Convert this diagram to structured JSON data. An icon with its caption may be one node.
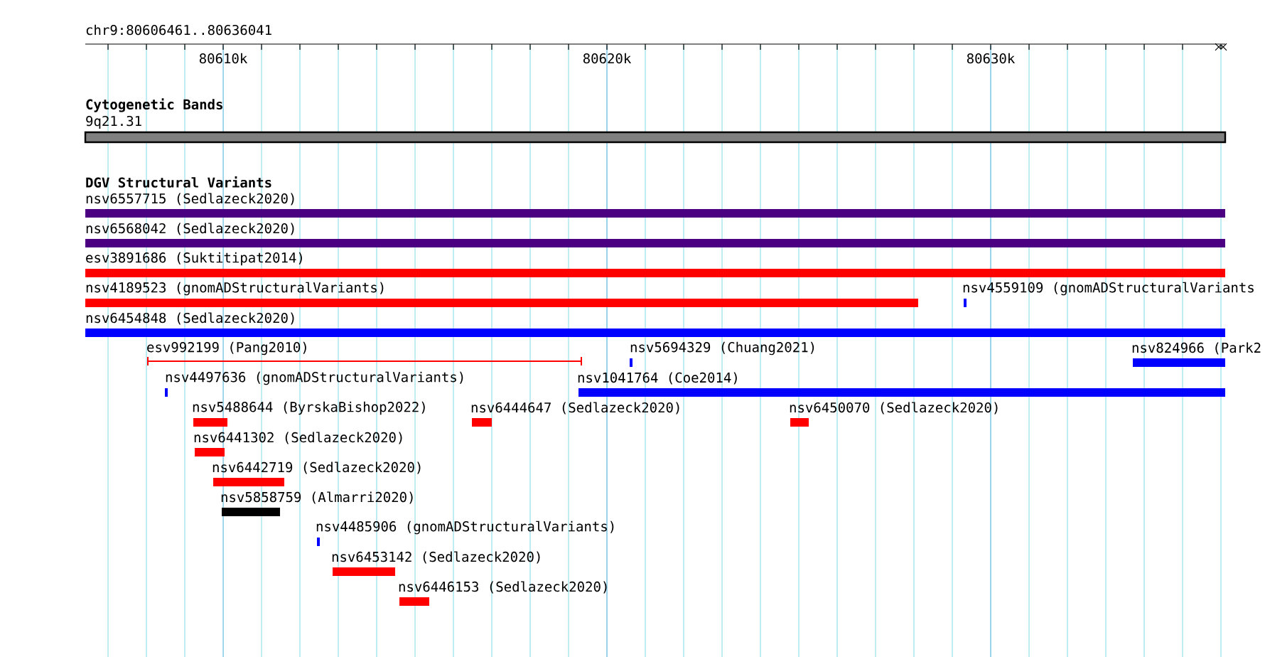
{
  "diagram": {
    "nodes": [
      {
        "text": [
          "9q21.31"
        ]
      },
      {
        "text": [
          "nsv6557715 (Sedlazeck2020)"
        ]
      },
      {
        "text": [
          "nsv6568042 (Sedlazeck2020)"
        ]
      },
      {
        "text": [
          "esv3891686 (Suktitipat2014)"
        ]
      },
      {
        "text": [
          "nsv4189523 (gnomADStructuralVariants)"
        ]
      },
      {
        "text": [
          "nsv4559109 (gnomADStructuralVariants"
        ]
      },
      {
        "text": [
          "nsv6454848 (Sedlazeck2020)"
        ]
      },
      {
        "text": [
          "esv992199 (Pang2010)"
        ]
      },
      {
        "text": [
          "nsv5694329 (Chuang2021)"
        ]
      },
      {
        "text": [
          "nsv824966 (Park2"
        ]
      },
      {
        "text": [
          "nsv4497636 (gnomADStructuralVariants)"
        ]
      },
      {
        "text": [
          "nsv1041764 (Coe2014)"
        ]
      },
      {
        "text": [
          "nsv5488644 (ByrskaBishop2022)"
        ]
      },
      {
        "text": [
          "nsv6444647 (Sedlazeck2020)"
        ]
      },
      {
        "text": [
          "nsv6450070 (Sedlazeck2020)"
        ]
      },
      {
        "text": [
          "nsv6441302 (Sedlazeck2020)"
        ]
      },
      {
        "text": [
          "nsv6442719 (Sedlazeck2020)"
        ]
      },
      {
        "text": [
          "nsv5858759 (Almarri2020)"
        ]
      },
      {
        "text": [
          "nsv4485906 (gnomADStructuralVariants)"
        ]
      },
      {
        "text": [
          "nsv6453142 (Sedlazeck2020)"
        ]
      },
      {
        "text": [
          "nsv6446153 (Sedlazeck2020)"
        ]
      }
    ],
    "labels": [
      "chr9:80606461..80636041",
      "80610k",
      "80620k",
      "80630k",
      "Cytogenetic Bands",
      "DGV Structural Variants"
    ]
  }
}
